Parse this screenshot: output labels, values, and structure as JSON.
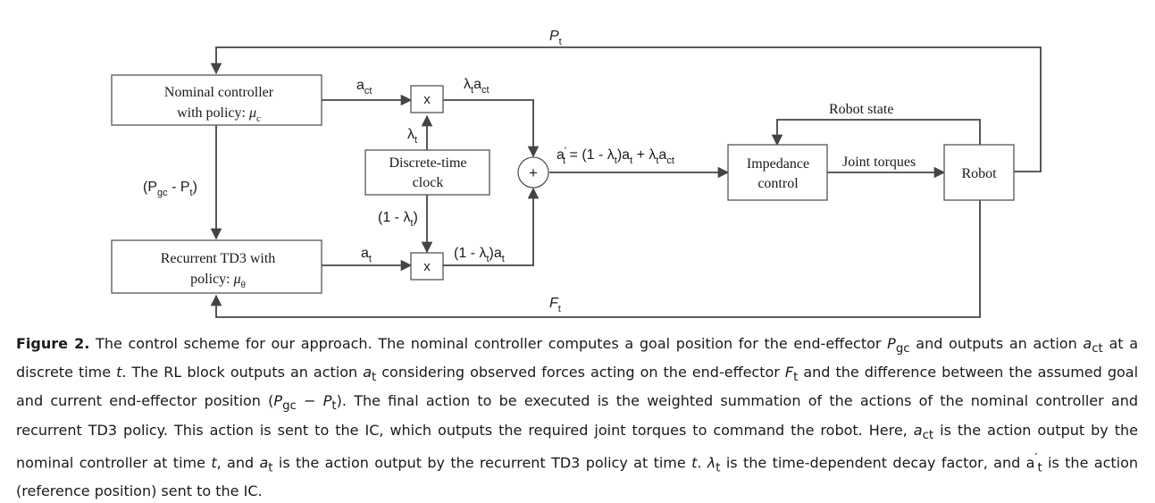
{
  "diagram": {
    "nominal_line1": "Nominal controller",
    "nominal_line2_text": "with policy: ",
    "nominal_mu": "μ",
    "nominal_mu_sub": "c",
    "recurrent_line1": "Recurrent TD3 with",
    "recurrent_line2_text": "policy: ",
    "recurrent_mu": "μ",
    "recurrent_mu_sub": "θ",
    "clock_line1": "Discrete-time",
    "clock_line2": "clock",
    "impedance_line1": "Impedance",
    "impedance_line2": "control",
    "robot": "Robot",
    "multiply_symbol": "x",
    "sum_symbol": "+",
    "robot_state": "Robot state",
    "joint_torques": "Joint torques",
    "p_t": "P",
    "p_t_sub": "t",
    "f_t": "F",
    "f_t_sub": "t",
    "a_ct": "a",
    "a_ct_sub": "ct",
    "a_t": "a",
    "a_t_sub": "t",
    "lambda": "λ",
    "lambda_sub": "t",
    "lambda_a_ct": "λ",
    "lambda_a_ct_sub": "t",
    "lambda_a_ct_a": "a",
    "lambda_a_ct_a_sub": "ct",
    "one_minus_lambda": "(1 - λ",
    "one_minus_lambda_sub": "t",
    "one_minus_lambda_close": ")",
    "one_minus_lambda_a": "(1 - λ",
    "one_minus_lambda_a_sub": "t",
    "one_minus_lambda_a_close": ")a",
    "one_minus_lambda_a_sub2": "t",
    "pgc_open": "(P",
    "pgc_sub": "gc",
    "pgc_mid": " - P",
    "pgc_sub2": "t",
    "pgc_close": ")",
    "a_prime_eq": "a",
    "a_prime_sup": "'",
    "a_prime_sub": "t",
    "a_prime_rhs1": " = (1 - λ",
    "a_prime_rhs1_sub": "t",
    "a_prime_rhs2": ")a",
    "a_prime_rhs2_sub": "t",
    "a_prime_rhs3": " + λ",
    "a_prime_rhs3_sub": "t",
    "a_prime_rhs4": "a",
    "a_prime_rhs4_sub": "ct"
  },
  "caption": {
    "label": "Figure 2.",
    "s1": " The control scheme for our approach. The nominal controller computes a goal position for the end-effector ",
    "pgc": "P",
    "pgc_sub": "gc",
    "s2": " and outputs an action ",
    "act": "a",
    "act_sub": "ct",
    "s3": " at a discrete time ",
    "t1": "t",
    "s4": ". The RL block outputs an action ",
    "at": "a",
    "at_sub": "t",
    "s5": " considering observed forces acting on the end-effector ",
    "ft": "F",
    "ft_sub": "t",
    "s6": " and the difference between the assumed goal and current end-effector position (",
    "p2": "P",
    "p2_sub": "gc",
    "s7": " − ",
    "p3": "P",
    "p3_sub": "t",
    "s8": "). The final action to be executed is the weighted summation of the actions of the nominal controller and recurrent TD3 policy. This action is sent to the IC, which outputs the required joint torques to command the robot. Here, ",
    "act2": "a",
    "act2_sub": "ct",
    "s9": " is the action output by the nominal controller at time ",
    "t2": "t",
    "s10": ", and ",
    "at2": "a",
    "at2_sub": "t",
    "s11": " is the action output by the recurrent TD3 policy at time ",
    "t3": "t",
    "s12": ". ",
    "lam": "λ",
    "lam_sub": "t",
    "s13": " is the time-dependent decay factor, and a",
    "ap_sup": "′",
    "ap_sub": "t",
    "s14": " is the action (reference position) sent to the IC."
  }
}
